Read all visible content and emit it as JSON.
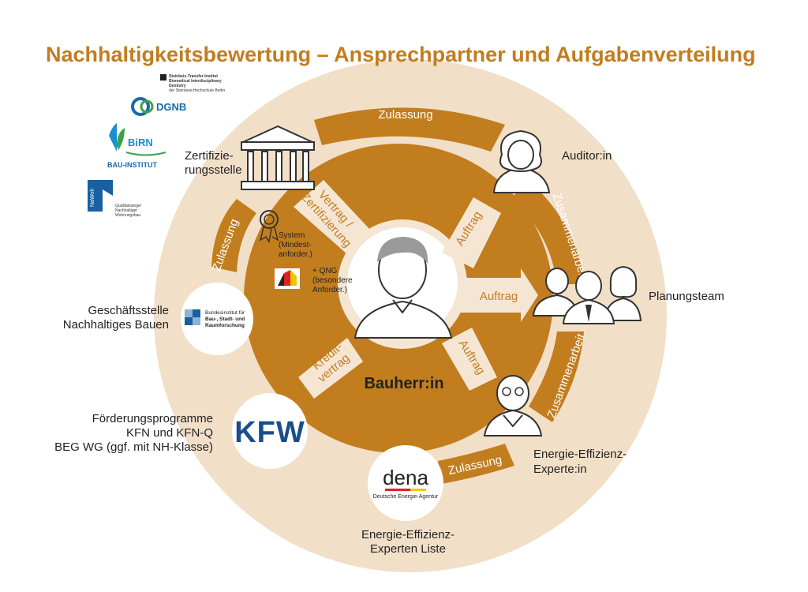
{
  "title": "Nachhaltigkeitsbewertung – Ansprechpartner und Aufgabenverteilung",
  "colors": {
    "brown": "#c27d1f",
    "beige": "#f2dfc8",
    "light_beige": "#f5e6d4",
    "dark": "#222222"
  },
  "logos": {
    "steinbeis_line1": "Steinbeis-Transfer-Institut",
    "steinbeis_line2": "Biomedical Interdisciplinary",
    "steinbeis_line3": "Dentistry",
    "steinbeis_line4": "der Steinbeis-Hochschule Berlin",
    "dgnb": "DGNB",
    "birn": "BiRN",
    "bau_institut": "BAU-INSTITUT",
    "nawoh": "NaWoh",
    "nawoh_line1": "Qualitätssiegel",
    "nawoh_line2": "Nachhaltiger",
    "nawoh_line3": "Wohnungsbau",
    "bbsr_line1": "Bundesinstitut für",
    "bbsr_line2": "Bau-, Stadt- und",
    "bbsr_line3": "Raumforschung",
    "kfw": "KFW",
    "dena": "dena",
    "dena_sub": "Deutsche Energie-Agentur"
  },
  "outer_labels": {
    "zert_line1": "Zertifizie-",
    "zert_line2": "rungsstelle",
    "auditor": "Auditor:in",
    "planungsteam": "Planungsteam",
    "geschaeft_line1": "Geschäftsstelle",
    "geschaeft_line2": "Nachhaltiges Bauen",
    "foerder_line1": "Förderungsprogramme",
    "foerder_line2": "KFN und KFN-Q",
    "foerder_line3": "BEG WG (ggf. mit NH-Klasse)",
    "eee_line1": "Energie-Effizienz-",
    "eee_line2": "Experte:in",
    "eeel_line1": "Energie-Effizienz-",
    "eeel_line2": "Experten Liste"
  },
  "bands": {
    "zulassung_top": "Zulassung",
    "zulassung_left": "Zulassung",
    "zulassung_bottom": "Zulassung",
    "zusammenarbeit_top": "Zusammenarbeit",
    "zusammenarbeit_bottom": "Zusammenarbeit"
  },
  "arrows": {
    "vertrag_line1": "Vertrag /",
    "vertrag_line2": "Zertifizierung",
    "auftrag_top": "Auftrag",
    "auftrag_mid": "Auftrag",
    "auftrag_bottom": "Auftrag",
    "kredit_line1": "Kredit-",
    "kredit_line2": "vertrag"
  },
  "system": {
    "line1": "System",
    "line2": "(Mindest-",
    "line3": "anforder.)",
    "qng_line1": "+ QNG",
    "qng_line2": "(besondere",
    "qng_line3": "Anforder.)"
  },
  "center": {
    "label": "Bauherr:in"
  }
}
